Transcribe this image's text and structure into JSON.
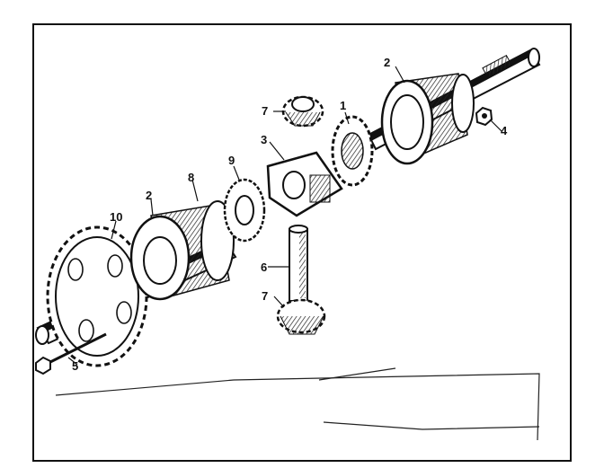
{
  "diagram": {
    "callouts": [
      {
        "id": "gear-7-top",
        "label": "7"
      },
      {
        "id": "bevel-gear-1",
        "label": "1"
      },
      {
        "id": "housing-2-right",
        "label": "2"
      },
      {
        "id": "nut-4",
        "label": "4"
      },
      {
        "id": "spider-3",
        "label": "3"
      },
      {
        "id": "washer-9",
        "label": "9"
      },
      {
        "id": "bearing-8",
        "label": "8"
      },
      {
        "id": "housing-2-left",
        "label": "2"
      },
      {
        "id": "sprocket-10",
        "label": "10"
      },
      {
        "id": "pin-6",
        "label": "6"
      },
      {
        "id": "gear-7-bottom",
        "label": "7"
      },
      {
        "id": "bolt-5",
        "label": "5"
      }
    ]
  }
}
